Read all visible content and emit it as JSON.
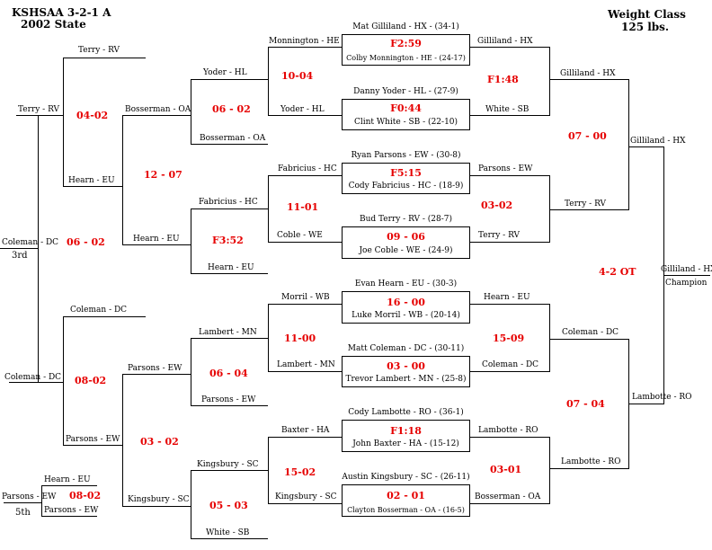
{
  "header": {
    "title": "KSHSAA 3-2-1 A",
    "subtitle": "2002 State",
    "weight_label": "Weight Class",
    "weight_value": "125 lbs."
  },
  "bouts": {
    "b1": {
      "top": "Mat Gilliland - HX - (34-1)",
      "result": "F2:59",
      "bottom": "Colby Monnington - HE - (24-17)"
    },
    "b2": {
      "top": "Danny Yoder - HL - (27-9)",
      "result": "F0:44",
      "bottom": "Clint White - SB - (22-10)"
    },
    "b3": {
      "top": "Ryan Parsons - EW - (30-8)",
      "result": "F5:15",
      "bottom": "Cody Fabricius - HC - (18-9)"
    },
    "b4": {
      "top": "Bud Terry - RV - (28-7)",
      "result": "09 - 06",
      "bottom": "Joe Coble - WE - (24-9)"
    },
    "b5": {
      "top": "Evan Hearn - EU - (30-3)",
      "result": "16 - 00",
      "bottom": "Luke Morril - WB - (20-14)"
    },
    "b6": {
      "top": "Matt Coleman - DC - (30-11)",
      "result": "03 - 00",
      "bottom": "Trevor Lambert - MN - (25-8)"
    },
    "b7": {
      "top": "Cody Lambotte - RO - (36-1)",
      "result": "F1:18",
      "bottom": "John Baxter - HA - (15-12)"
    },
    "b8": {
      "top": "Austin Kingsbury - SC - (26-11)",
      "result": "02 - 01",
      "bottom": "Clayton Bosserman - OA - (16-5)"
    }
  },
  "labels": {
    "monnington_he": "Monnington - HE",
    "yoder_hl_1": "Yoder - HL",
    "yoder_hl_2": "Yoder - HL",
    "gilliland_hx_1": "Gilliland - HX",
    "white_sb": "White - SB",
    "gilliland_hx_2": "Gilliland - HX",
    "gilliland_hx_3": "Gilliland - HX",
    "gilliland_hx_4": "Gilliland - HX",
    "champion": "Champion",
    "fabricius_hc_1": "Fabricius - HC",
    "coble_we": "Coble - WE",
    "fabricius_hc_2": "Fabricius - HC",
    "parsons_ew_1": "Parsons - EW",
    "terry_rv_1": "Terry - RV",
    "terry_rv_2": "Terry - RV",
    "morril_wb": "Morril - WB",
    "lambert_mn_1": "Lambert - MN",
    "lambert_mn_2": "Lambert - MN",
    "hearn_eu_1": "Hearn - EU",
    "coleman_dc_1": "Coleman - DC",
    "coleman_dc_2": "Coleman - DC",
    "baxter_ha": "Baxter - HA",
    "kingsbury_sc_1": "Kingsbury - SC",
    "kingsbury_sc_2": "Kingsbury - SC",
    "lambotte_ro_1": "Lambotte - RO",
    "bosserman_oa_1": "Bosserman - OA",
    "lambotte_ro_2": "Lambotte - RO",
    "lambotte_ro_3": "Lambotte - RO",
    "terry_rv_c1": "Terry - RV",
    "hearn_eu_c1": "Hearn - EU",
    "bosserman_oa_c1": "Bosserman - OA",
    "bosserman_oa_c2": "Bosserman - OA",
    "hearn_eu_c2": "Hearn - EU",
    "hearn_eu_c3": "Hearn - EU",
    "coleman_dc_c1": "Coleman - DC",
    "parsons_ew_c1": "Parsons - EW",
    "parsons_ew_c2": "Parsons - EW",
    "parsons_ew_c3": "Parsons - EW",
    "kingsbury_sc_c1": "Kingsbury - SC",
    "white_sb_c1": "White - SB",
    "terry_rv_c2": "Terry - RV",
    "coleman_dc_c2": "Coleman - DC",
    "coleman_dc_c3": "Coleman - DC",
    "third": "3rd",
    "hearn_eu_5": "Hearn - EU",
    "parsons_ew_5a": "Parsons - EW",
    "parsons_ew_5b": "Parsons - EW",
    "fifth": "5th"
  },
  "scores": {
    "s1": "10-04",
    "s2": "F1:48",
    "s3": "07 - 00",
    "s4": "11-01",
    "s5": "03-02",
    "s6": "4-2 OT",
    "s7": "11-00",
    "s8": "15-09",
    "s9": "07 - 04",
    "s10": "15-02",
    "s11": "03-01",
    "c1": "06 - 02",
    "c2": "04-02",
    "c3": "12 - 07",
    "c4": "F3:52",
    "c5": "06 - 02",
    "c6": "08-02",
    "c7": "06 - 04",
    "c8": "03 - 02",
    "c9": "05 - 03",
    "fifth_score": "08-02"
  }
}
